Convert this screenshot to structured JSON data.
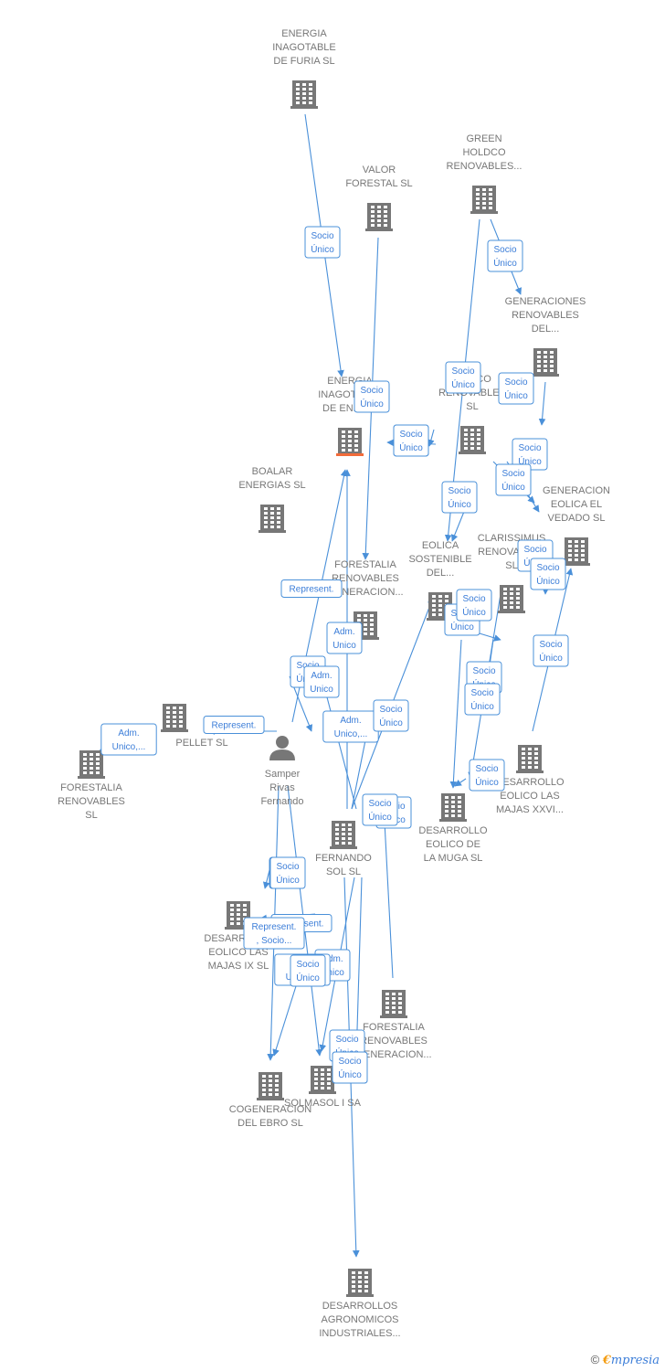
{
  "colors": {
    "edge": "#4a90d9",
    "edge_text": "#3b7dd8",
    "node_icon": "#777777",
    "focus_icon": "#f26b3a",
    "label": "#777777"
  },
  "nodes": [
    {
      "id": "energia-furia",
      "type": "company",
      "lines": [
        "ENERGIA",
        "INAGOTABLE",
        "DE FURIA  SL"
      ]
    },
    {
      "id": "valor-forestal",
      "type": "company",
      "lines": [
        "VALOR",
        "FORESTAL SL"
      ]
    },
    {
      "id": "green-holdco",
      "type": "company",
      "lines": [
        "GREEN",
        "HOLDCO",
        "RENOVABLES..."
      ]
    },
    {
      "id": "generaciones-renovables",
      "type": "company",
      "lines": [
        "GENERACIONES",
        "RENOVABLES",
        "DEL..."
      ]
    },
    {
      "id": "energia-enif",
      "type": "focus",
      "lines": [
        "ENERGIA",
        "INAGOTABLE",
        "DE ENIF  SL"
      ]
    },
    {
      "id": "eolico-renovables",
      "type": "company",
      "lines": [
        "EOLICO",
        "RENOVABLES",
        "SL"
      ]
    },
    {
      "id": "boalar",
      "type": "company",
      "lines": [
        "BOALAR",
        "ENERGIAS  SL"
      ]
    },
    {
      "id": "generacion-vedado",
      "type": "company",
      "lines": [
        "GENERACION",
        "EOLICA EL",
        "VEDADO SL"
      ]
    },
    {
      "id": "forestalia-gen-1",
      "type": "company",
      "lines": [
        "FORESTALIA",
        "RENOVABLES",
        "GENERACION..."
      ]
    },
    {
      "id": "eolica-sostenible",
      "type": "company",
      "lines": [
        "EOLICA",
        "SOSTENIBLE",
        "DEL..."
      ]
    },
    {
      "id": "clarissimus",
      "type": "company",
      "lines": [
        "CLARISSIMUS",
        "RENOVABLES",
        "SL"
      ]
    },
    {
      "id": "pellet",
      "type": "company",
      "lines": [
        "PELLET  SL"
      ]
    },
    {
      "id": "forestalia-sl",
      "type": "company",
      "lines": [
        "FORESTALIA",
        "RENOVABLES",
        "SL"
      ]
    },
    {
      "id": "samper",
      "type": "person",
      "lines": [
        "Samper",
        "Rivas",
        "Fernando"
      ]
    },
    {
      "id": "majas-xxvi",
      "type": "company",
      "lines": [
        "DESARROLLO",
        "EOLICO LAS",
        "MAJAS XXVI..."
      ]
    },
    {
      "id": "muga",
      "type": "company",
      "lines": [
        "DESARROLLO",
        "EOLICO DE",
        "LA MUGA SL"
      ]
    },
    {
      "id": "fernando-sol",
      "type": "company",
      "lines": [
        "FERNANDO",
        "SOL SL"
      ]
    },
    {
      "id": "majas-ix",
      "type": "company",
      "lines": [
        "DESARROLLO",
        "EOLICO LAS",
        "MAJAS IX  SL"
      ]
    },
    {
      "id": "forestalia-gen-2",
      "type": "company",
      "lines": [
        "FORESTALIA",
        "RENOVABLES",
        "GENERACION..."
      ]
    },
    {
      "id": "cogeneracion",
      "type": "company",
      "lines": [
        "COGENERACION",
        "DEL EBRO  SL"
      ]
    },
    {
      "id": "solmasol",
      "type": "company",
      "lines": [
        "SOLMASOL I SA"
      ]
    },
    {
      "id": "agronomicos",
      "type": "company",
      "lines": [
        "DESARROLLOS",
        "AGRONOMICOS",
        "INDUSTRIALES..."
      ]
    }
  ],
  "edges": [
    {
      "label": [
        "Socio",
        "Único"
      ]
    },
    {
      "label": [
        "Socio",
        "Único"
      ]
    },
    {
      "label": [
        "Socio",
        "Único"
      ]
    },
    {
      "label": [
        "Socio",
        "Único"
      ]
    },
    {
      "label": [
        "Socio",
        "Único"
      ]
    },
    {
      "label": [
        "Socio",
        "Único"
      ]
    },
    {
      "label": [
        "Socio",
        "Único"
      ]
    },
    {
      "label": [
        "Socio",
        "Único"
      ]
    },
    {
      "label": [
        "Socio",
        "Único"
      ]
    },
    {
      "label": [
        "Represent."
      ]
    },
    {
      "label": [
        "Adm.",
        "Unico"
      ]
    },
    {
      "label": [
        "Socio",
        "Único"
      ]
    },
    {
      "label": [
        "Adm.",
        "Unico"
      ]
    },
    {
      "label": [
        "Adm.",
        "Unico,..."
      ]
    },
    {
      "label": [
        "Socio",
        "Único"
      ]
    },
    {
      "label": [
        "Socio",
        "Único"
      ]
    },
    {
      "label": [
        "Socio",
        "Único"
      ]
    },
    {
      "label": [
        "Socio",
        "Único"
      ]
    },
    {
      "label": [
        "Socio",
        "Único"
      ]
    },
    {
      "label": [
        "Socio",
        "Único"
      ]
    },
    {
      "label": [
        "Socio",
        "Único"
      ]
    },
    {
      "label": [
        "Adm.",
        "Unico,..."
      ]
    },
    {
      "label": [
        "Represent."
      ]
    },
    {
      "label": [
        "Socio",
        "Único"
      ]
    },
    {
      "label": [
        "Socio",
        "Único"
      ]
    },
    {
      "label": [
        "Socio",
        "Único"
      ]
    },
    {
      "label": [
        "Socio",
        "Único"
      ]
    },
    {
      "label": [
        "Represent."
      ]
    },
    {
      "label": [
        "Represent.",
        ", Socio..."
      ]
    },
    {
      "label": [
        "Adm.",
        "Unico"
      ]
    },
    {
      "label": [
        "Adm.",
        "Unico,..."
      ]
    },
    {
      "label": [
        "Socio",
        "Único"
      ]
    },
    {
      "label": [
        "Socio",
        "Único"
      ]
    },
    {
      "label": [
        "Socio",
        "Único"
      ]
    },
    {
      "label": [
        "Socio",
        "Único"
      ]
    },
    {
      "label": [
        "Socio",
        "Único"
      ]
    },
    {
      "label": [
        "Socio",
        "Único"
      ]
    },
    {
      "label": [
        "Socio",
        "Único"
      ]
    }
  ],
  "footer": {
    "copyright": "©",
    "brand_initial": "€",
    "brand_rest": "mpresia"
  }
}
